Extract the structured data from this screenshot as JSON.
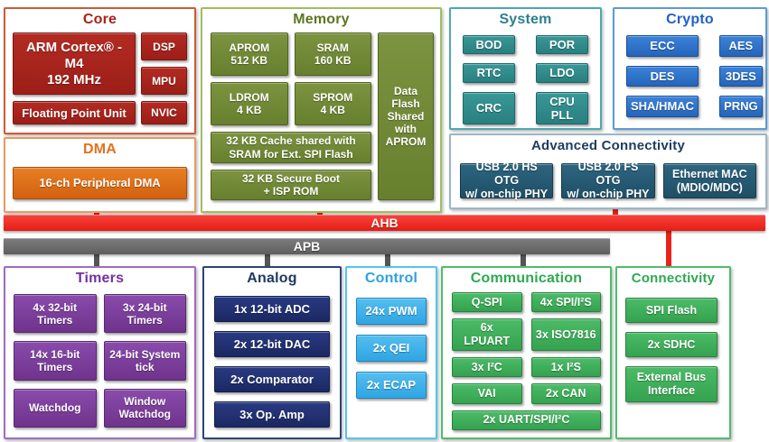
{
  "core": {
    "title": "Core",
    "blocks": [
      "ARM Cortex® -M4\n192 MHz",
      "DSP",
      "MPU",
      "Floating Point Unit",
      "NVIC"
    ]
  },
  "dma": {
    "title": "DMA",
    "blocks": [
      "16-ch Peripheral DMA"
    ]
  },
  "memory": {
    "title": "Memory",
    "blocks": [
      "APROM\n512 KB",
      "SRAM\n160 KB",
      "LDROM\n4 KB",
      "SPROM\n4 KB",
      "32 KB Cache shared with\nSRAM for  Ext. SPI Flash",
      "32 KB Secure Boot\n+ ISP ROM",
      "Data\nFlash\nShared\nwith\nAPROM"
    ]
  },
  "system": {
    "title": "System",
    "blocks": [
      "BOD",
      "POR",
      "RTC",
      "LDO",
      "CRC",
      "CPU PLL"
    ]
  },
  "crypto": {
    "title": "Crypto",
    "blocks": [
      "ECC",
      "AES",
      "DES",
      "3DES",
      "SHA/HMAC",
      "PRNG"
    ]
  },
  "adv": {
    "title": "Advanced Connectivity",
    "blocks": [
      "USB 2.0 HS OTG\nw/ on-chip PHY",
      "USB 2.0 FS OTG\nw/ on-chip PHY",
      "Ethernet MAC\n(MDIO/MDC)"
    ]
  },
  "buses": {
    "ahb": "AHB",
    "apb": "APB"
  },
  "timers": {
    "title": "Timers",
    "blocks": [
      "4x 32-bit\nTimers",
      "3x 24-bit\nTimers",
      "14x 16-bit\nTimers",
      "24-bit System\ntick",
      "Watchdog",
      "Window\nWatchdog"
    ]
  },
  "analog": {
    "title": "Analog",
    "blocks": [
      "1x 12-bit ADC",
      "2x 12-bit DAC",
      "2x Comparator",
      "3x Op. Amp"
    ]
  },
  "control": {
    "title": "Control",
    "blocks": [
      "24x PWM",
      "2x QEI",
      "2x ECAP"
    ]
  },
  "comm": {
    "title": "Communication",
    "blocks": [
      "Q-SPI",
      "4x SPI/I²S",
      "6x LPUART",
      "3x ISO7816",
      "3x I²C",
      "1x I²S",
      "VAI",
      "2x CAN",
      "2x UART/SPI/I²C"
    ]
  },
  "conn": {
    "title": "Connectivity",
    "blocks": [
      "SPI Flash",
      "2x SDHC",
      "External Bus\nInterface"
    ]
  },
  "colors": {
    "core_accent": "#a6221c",
    "dma_accent": "#e4711c",
    "memory_accent": "#6c8533",
    "system_accent": "#2f8689",
    "crypto_accent": "#2c70c9",
    "adv_accent": "#235a73",
    "ahb_bus": "#ee2621",
    "apb_bus": "#6d6d6d",
    "timers_accent": "#7b3da1",
    "analog_accent": "#20306e",
    "control_accent": "#3eb0e9",
    "comm_accent": "#3cb45f",
    "conn_accent": "#3cb45f"
  }
}
